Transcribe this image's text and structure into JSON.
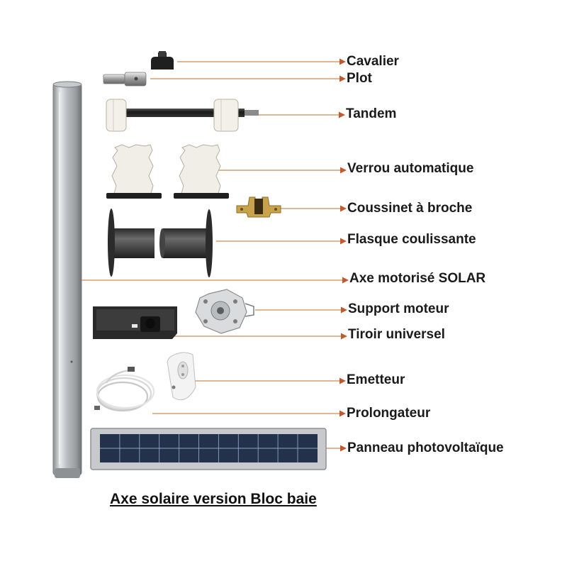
{
  "title": "Axe solaire version Bloc baie",
  "colors": {
    "leader_line": "#d08a50",
    "arrowhead": "#c05a30",
    "label_text": "#1a1a1a"
  },
  "parts": [
    {
      "id": "cavalier",
      "label": "Cavalier",
      "icon": "cavalier-icon"
    },
    {
      "id": "plot",
      "label": "Plot",
      "icon": "plot-icon"
    },
    {
      "id": "tandem",
      "label": "Tandem",
      "icon": "tandem-icon"
    },
    {
      "id": "verrou",
      "label": "Verrou automatique",
      "icon": "verrou-icon"
    },
    {
      "id": "coussinet",
      "label": "Coussinet à broche",
      "icon": "coussinet-icon"
    },
    {
      "id": "flasque",
      "label": "Flasque coulissante",
      "icon": "flasque-icon"
    },
    {
      "id": "axe",
      "label": "Axe motorisé SOLAR",
      "icon": "motor-tube-icon"
    },
    {
      "id": "support",
      "label": "Support moteur",
      "icon": "support-moteur-icon"
    },
    {
      "id": "tiroir",
      "label": "Tiroir universel",
      "icon": "tiroir-icon"
    },
    {
      "id": "emetteur",
      "label": "Emetteur",
      "icon": "remote-icon"
    },
    {
      "id": "prolongateur",
      "label": "Prolongateur",
      "icon": "cable-icon"
    },
    {
      "id": "panneau",
      "label": "Panneau photovoltaïque",
      "icon": "solar-panel-icon"
    }
  ]
}
